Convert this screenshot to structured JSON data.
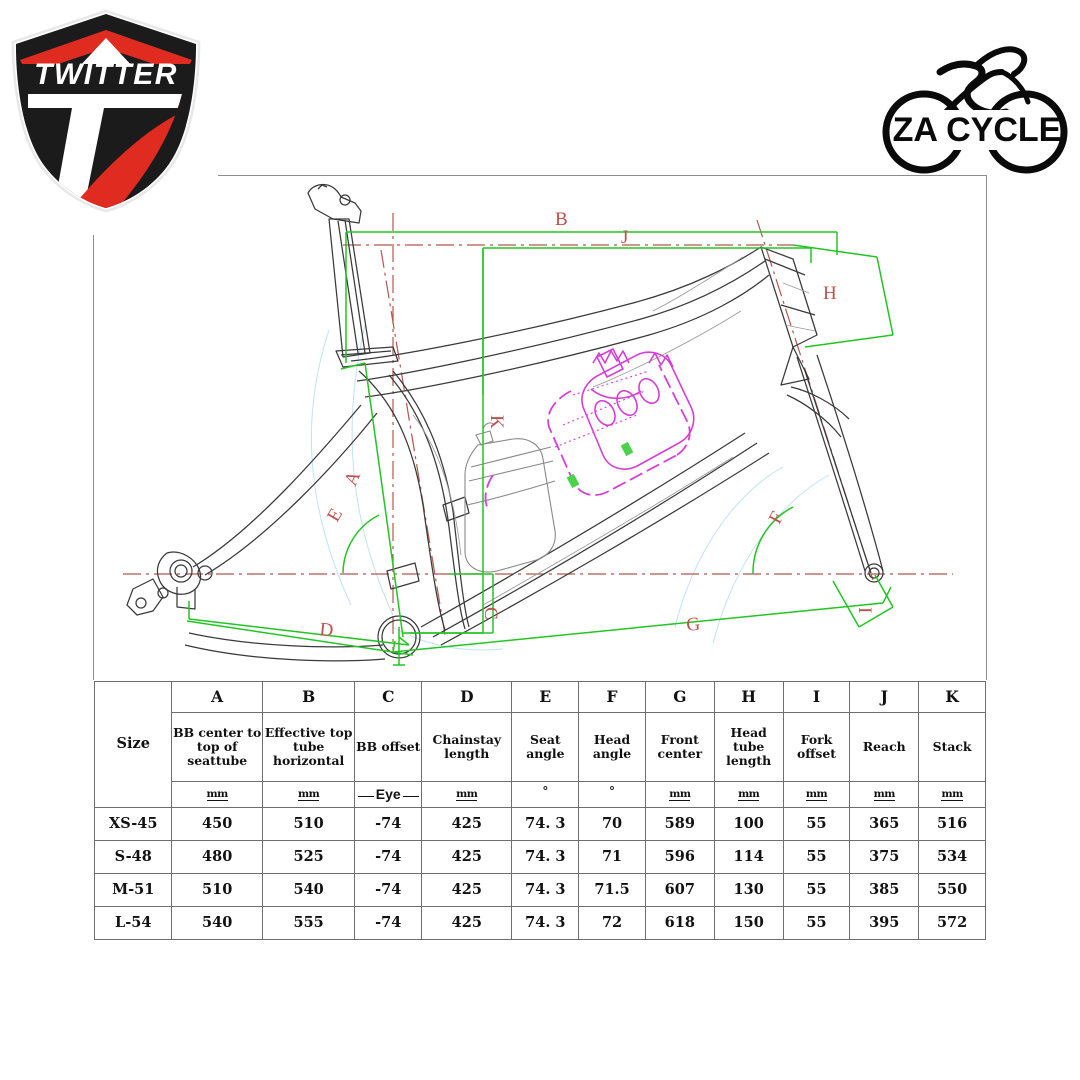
{
  "brand": {
    "shield_text": "TWITTER",
    "shield_colors": {
      "black": "#1b1b1b",
      "red": "#e02b21",
      "white": "#ffffff"
    },
    "partner_text": "ZA CYCLE",
    "partner_icon": "cyclist-icon"
  },
  "drawing": {
    "title": "bike-frame-geometry-drawing",
    "colors": {
      "dimension": "#22c522",
      "centerline": "#b5564f",
      "label": "#c0504d",
      "outline": "#3a3a3a",
      "bottle_cage": "#d63fd6",
      "ghost": "#bfe3f2"
    },
    "labels": [
      {
        "id": "A",
        "text": "A"
      },
      {
        "id": "B",
        "text": "B"
      },
      {
        "id": "C",
        "text": "C"
      },
      {
        "id": "D",
        "text": "D"
      },
      {
        "id": "E",
        "text": "E"
      },
      {
        "id": "F",
        "text": "F"
      },
      {
        "id": "G",
        "text": "G"
      },
      {
        "id": "H",
        "text": "H"
      },
      {
        "id": "I",
        "text": "I"
      },
      {
        "id": "J",
        "text": "J"
      },
      {
        "id": "K",
        "text": "K"
      }
    ]
  },
  "table": {
    "corner_label": "Size",
    "letters": [
      "A",
      "B",
      "C",
      "D",
      "E",
      "F",
      "G",
      "H",
      "I",
      "J",
      "K"
    ],
    "names": [
      "BB center to top of seattube",
      "Effective top tube horizontal",
      "BB offset",
      "Chainstay length",
      "Seat angle",
      "Head angle",
      "Front center",
      "Head tube length",
      "Fork offset",
      "Reach",
      "Stack"
    ],
    "units": [
      "mm",
      "mm",
      "Eye",
      "mm",
      "°",
      "°",
      "mm",
      "mm",
      "mm",
      "mm",
      "mm"
    ],
    "rows": [
      {
        "size": "XS-45",
        "values": [
          "450",
          "510",
          "-74",
          "425",
          "74. 3",
          "70",
          "589",
          "100",
          "55",
          "365",
          "516"
        ]
      },
      {
        "size": "S-48",
        "values": [
          "480",
          "525",
          "-74",
          "425",
          "74. 3",
          "71",
          "596",
          "114",
          "55",
          "375",
          "534"
        ]
      },
      {
        "size": "M-51",
        "values": [
          "510",
          "540",
          "-74",
          "425",
          "74. 3",
          "71.5",
          "607",
          "130",
          "55",
          "385",
          "550"
        ]
      },
      {
        "size": "L-54",
        "values": [
          "540",
          "555",
          "-74",
          "425",
          "74. 3",
          "72",
          "618",
          "150",
          "55",
          "395",
          "572"
        ]
      }
    ]
  }
}
